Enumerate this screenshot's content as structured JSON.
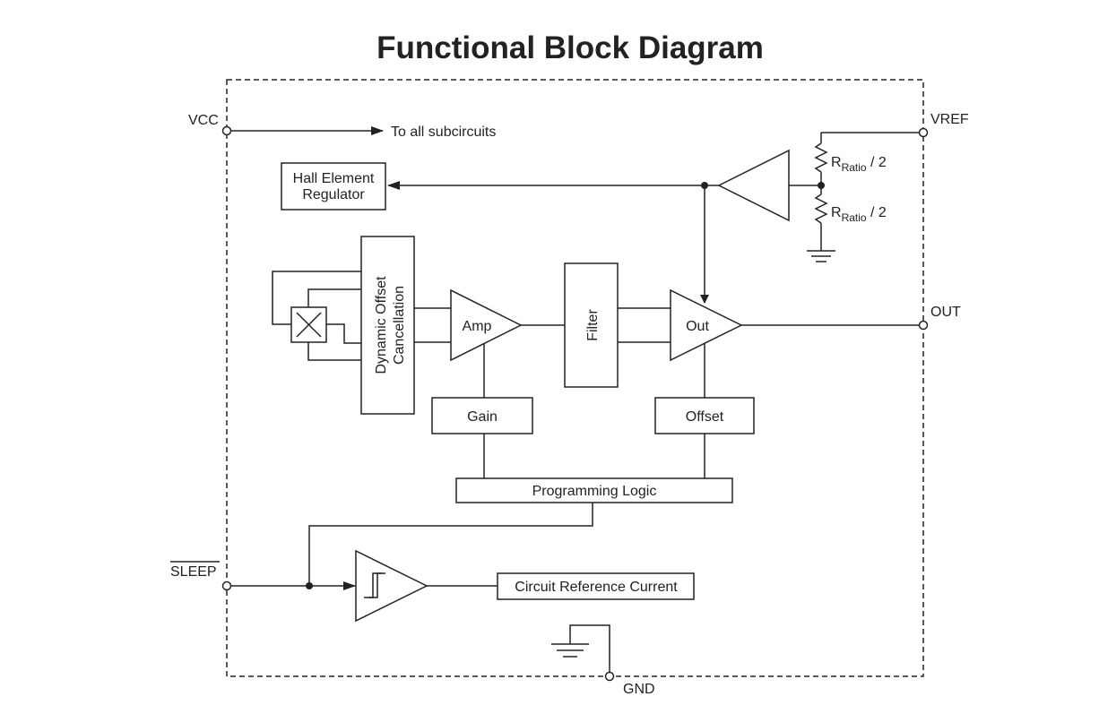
{
  "title": "Functional Block Diagram",
  "pins": {
    "vcc": "VCC",
    "vref": "VREF",
    "out": "OUT",
    "sleep": "SLEEP",
    "gnd": "GND"
  },
  "labels": {
    "to_all": "To all subcircuits",
    "hall_line1": "Hall Element",
    "hall_line2": "Regulator",
    "doc_line1": "Dynamic Offset",
    "doc_line2": "Cancellation",
    "amp": "Amp",
    "filter": "Filter",
    "out_amp": "Out",
    "gain": "Gain",
    "offset": "Offset",
    "prog_logic": "Programming Logic",
    "circuit_ref": "Circuit Reference Current",
    "r_main": "R",
    "r_sub": "Ratio",
    "r_suffix": " / 2"
  },
  "icons": [
    "hall-element-icon",
    "schmitt-trigger-icon",
    "ground-icon",
    "resistor-icon",
    "buffer-triangle-icon"
  ]
}
